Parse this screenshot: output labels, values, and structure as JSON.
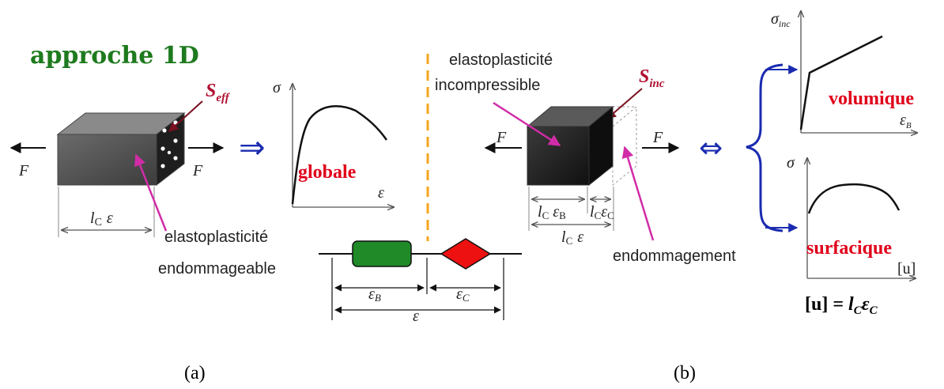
{
  "colors": {
    "title_green": "#1e7a1e",
    "label_red": "#e0001a",
    "arrow_blue": "#1a2bb0",
    "pink_arrow": "#d12ca8",
    "dashed_orange": "#f5a51e",
    "spring_green": "#1f8a27",
    "diamond_red": "#ee1111"
  },
  "panel_a": {
    "title": "approche 1D",
    "force_left": "F",
    "force_right": "F",
    "s_eff_main": "S",
    "s_eff_sub": "eff",
    "length_l": "l",
    "length_sub": "C",
    "length_eps": "ε",
    "material_line1": "elastoplasticité",
    "material_line2": "endommageable",
    "implies_symbol": "⇒",
    "graph_y": "σ",
    "graph_x": "ε",
    "graph_label": "globale",
    "caption": "(a)"
  },
  "rheology": {
    "eps_b_main": "ε",
    "eps_b_sub": "B",
    "eps_c_main": "ε",
    "eps_c_sub": "C",
    "eps_total": "ε"
  },
  "panel_b": {
    "bulk_line1": "elastoplasticité",
    "bulk_line2": "incompressible",
    "s_inc_main": "S",
    "s_inc_sub": "inc",
    "force_left": "F",
    "force_right": "F",
    "dim_lc": "l",
    "dim_lc_sub": "C",
    "dim_eb": "ε",
    "dim_eb_sub": "B",
    "dim_lc2": "l",
    "dim_lc2_sub": "C",
    "dim_ec": "ε",
    "dim_ec_sub": "C",
    "dim_total_l": "l",
    "dim_total_sub": "C",
    "dim_total_eps": "ε",
    "damage_label": "endommagement",
    "equiv_symbol": "⇔",
    "top_graph_y_main": "σ",
    "top_graph_y_sub": "inc",
    "top_graph_x_main": "ε",
    "top_graph_x_sub": "B",
    "top_graph_label": "volumique",
    "bottom_graph_y": "σ",
    "bottom_graph_x": "[u]",
    "bottom_graph_label": "surfacique",
    "eq_left": "[u]",
    "eq_equals": " = ",
    "eq_l": "l",
    "eq_l_sub": "C",
    "eq_eps": "ε",
    "eq_eps_sub": "C",
    "caption": "(b)"
  }
}
